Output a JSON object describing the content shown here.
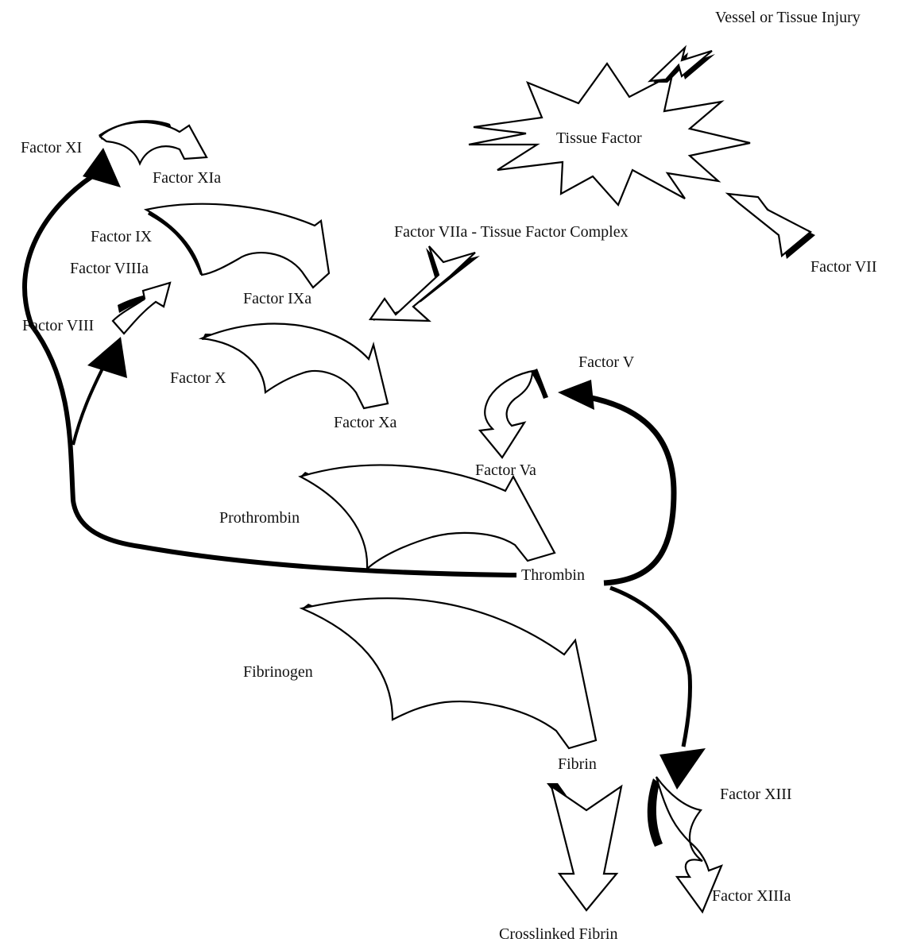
{
  "labels": {
    "injury": "Vessel or Tissue Injury",
    "tissue_factor": "Tissue Factor",
    "factor_vii": "Factor VII",
    "viia_complex": "Factor VIIa - Tissue Factor Complex",
    "factor_xi": "Factor XI",
    "factor_xia": "Factor XIa",
    "factor_ix": "Factor IX",
    "factor_ixa": "Factor IXa",
    "factor_viiia": "Factor VIIIa",
    "factor_viii": "Factor VIII",
    "factor_x": "Factor X",
    "factor_xa": "Factor Xa",
    "factor_v": "Factor V",
    "factor_va": "Factor Va",
    "prothrombin": "Prothrombin",
    "thrombin": "Thrombin",
    "fibrinogen": "Fibrinogen",
    "fibrin": "Fibrin",
    "factor_xiii": "Factor XIII",
    "factor_xiiia": "Factor XIIIa",
    "crosslinked_fibrin": "Crosslinked Fibrin"
  }
}
